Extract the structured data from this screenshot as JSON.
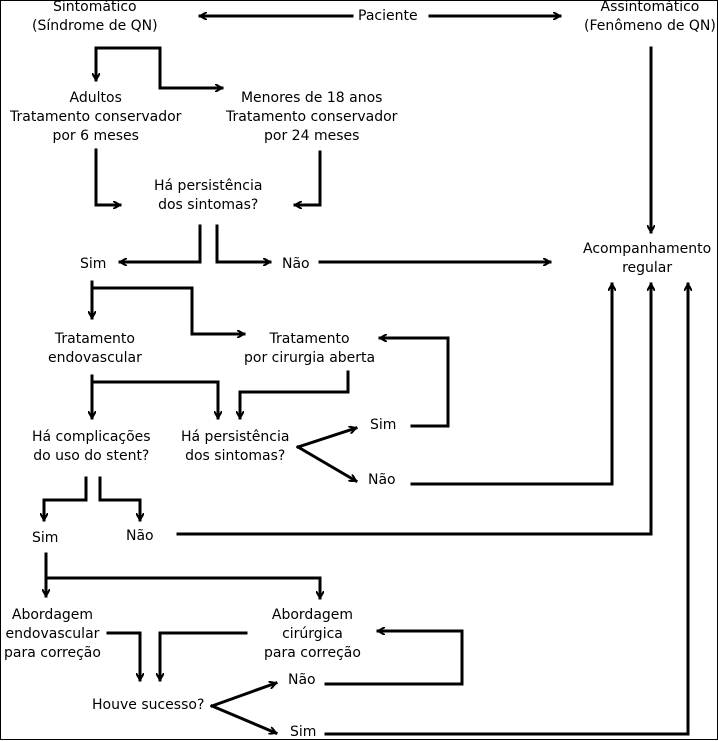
{
  "diagram": {
    "patient": "Paciente",
    "symptomatic": {
      "line1": "Sintomático",
      "line2": "(Síndrome de QN)"
    },
    "asymptomatic": {
      "line1": "Assintomático",
      "line2": "(Fenômeno de QN)"
    },
    "adults": {
      "line1": "Adultos",
      "line2": "Tratamento conservador",
      "line3": "por 6 meses"
    },
    "minors": {
      "line1": "Menores de 18 anos",
      "line2": "Tratamento conservador",
      "line3": "por 24 meses"
    },
    "persistence1": {
      "line1": "Há persistência",
      "line2": "dos sintomas?"
    },
    "yes1": "Sim",
    "no1": "Não",
    "follow_up": {
      "line1": "Acompanhamento",
      "line2": "regular"
    },
    "endovascular": {
      "line1": "Tratamento",
      "line2": "endovascular"
    },
    "open_surgery": {
      "line1": "Tratamento",
      "line2": "por cirurgia aberta"
    },
    "stent_complications": {
      "line1": "Há complicações",
      "line2": "do uso do stent?"
    },
    "persistence2": {
      "line1": "Há persistência",
      "line2": "dos sintomas?"
    },
    "yes2": "Sim",
    "no2": "Não",
    "yes3": "Sim",
    "no3": "Não",
    "endo_correction": {
      "line1": "Abordagem",
      "line2": "endovascular",
      "line3": "para correção"
    },
    "surgical_correction": {
      "line1": "Abordagem",
      "line2": "cirúrgica",
      "line3": "para correção"
    },
    "success": "Houve sucesso?",
    "no4": "Não",
    "yes4": "Sim"
  }
}
